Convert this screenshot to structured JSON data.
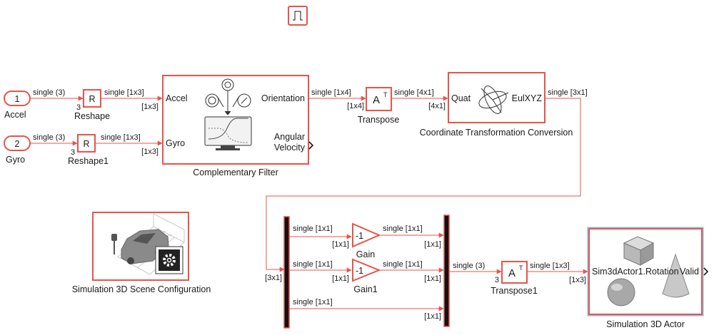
{
  "model": {
    "pulse_block": {
      "icon": "pulse-generator-icon"
    },
    "inports": [
      {
        "number": "1",
        "name": "Accel"
      },
      {
        "number": "2",
        "name": "Gyro"
      }
    ],
    "reshape_blocks": [
      {
        "symbol": "R",
        "name": "Reshape",
        "dim": "3"
      },
      {
        "symbol": "R",
        "name": "Reshape1",
        "dim": "3"
      }
    ],
    "filter": {
      "name": "Complementary Filter",
      "inputs": [
        "Accel",
        "Gyro"
      ],
      "outputs": [
        "Orientation",
        "Angular",
        "Velocity"
      ],
      "icon": "imu-filter-icon"
    },
    "transpose1": {
      "name": "Transpose",
      "symbol": "A",
      "sup": "T"
    },
    "transpose2": {
      "name": "Transpose1",
      "symbol": "A",
      "sup": "T"
    },
    "coord": {
      "name": "Coordinate Transformation Conversion",
      "input": "Quat",
      "output": "EulXYZ",
      "icon": "rotation-axes-icon"
    },
    "gains": [
      {
        "value": "-1",
        "name": "Gain"
      },
      {
        "value": "-1",
        "name": "Gain1"
      }
    ],
    "scene_config": {
      "name": "Simulation 3D Scene Configuration",
      "icon": "car-gear-icon"
    },
    "actor": {
      "name": "Simulation 3D Actor",
      "input": "Sim3dActor1.Rotation",
      "output": "Valid",
      "icon": "3d-shapes-icon"
    },
    "signals": {
      "accel_in": "single (3)",
      "gyro_in": "single (3)",
      "reshape_out": "single [1x3]",
      "reshape1_out": "single [1x3]",
      "dim_accel": "[1x3]",
      "dim_gyro": "[1x3]",
      "orient_out": "single [1x4]",
      "dim_transpose_in": "[1x4]",
      "transpose_out": "single [4x1]",
      "dim_quat": "[4x1]",
      "coord_out": "single [3x1]",
      "dim_demux_in": "[3x1]",
      "demux_out1": "single [1x1]",
      "demux_out2": "single [1x1]",
      "demux_out3": "single [1x1]",
      "dim_gain_in1": "[1x1]",
      "dim_gain_in2": "[1x1]",
      "gain_out": "single [1x1]",
      "gain1_out": "single [1x1]",
      "dim_mux_in1": "[1x1]",
      "dim_mux_in2": "[1x1]",
      "dim_mux_in3": "[1x1]",
      "mux_out": "single (3)",
      "dim_transpose1_in": "3",
      "transpose1_out": "single [1x3]",
      "dim_actor_in": "[1x3]"
    },
    "colors": {
      "accent": "#e8534a",
      "selection": "#8fb6e8",
      "ink": "#1a1a1a"
    }
  }
}
